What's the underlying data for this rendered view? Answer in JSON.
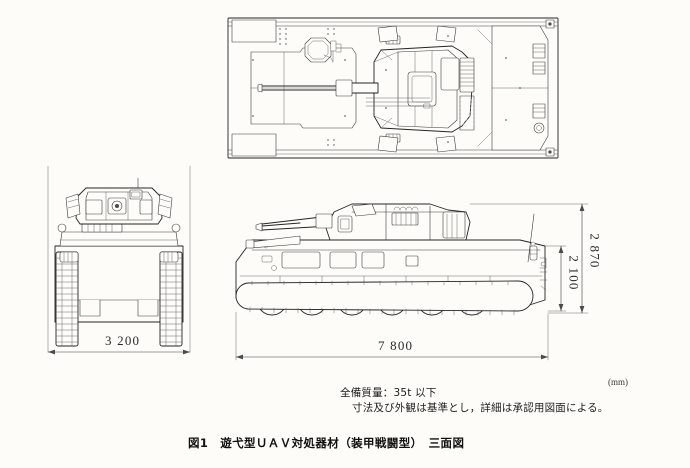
{
  "document": {
    "type": "technical-drawing",
    "background_color": "#fdfcf8",
    "ink_color": "#2e2e30",
    "unit_label": "(mm)"
  },
  "views": {
    "plan": {
      "name": "plan-view",
      "title": ""
    },
    "front": {
      "name": "front-view",
      "title": ""
    },
    "side": {
      "name": "side-view",
      "title": ""
    }
  },
  "dimensions": {
    "front_width": "3 200",
    "side_length": "7 800",
    "overall_height": "2 870",
    "hull_height": "2 100"
  },
  "notes": {
    "line1": "全備質量：35t 以下",
    "line2": "寸法及び外観は基準とし，詳細は承認用図面による。"
  },
  "caption": {
    "figure_no": "図1",
    "title": "遊弋型ＵＡＶ対処器材（装甲戦闘型）",
    "subtitle": "三面図",
    "full": "図1　遊弋型ＵＡＶ対処器材（装甲戦闘型）　三面図"
  }
}
